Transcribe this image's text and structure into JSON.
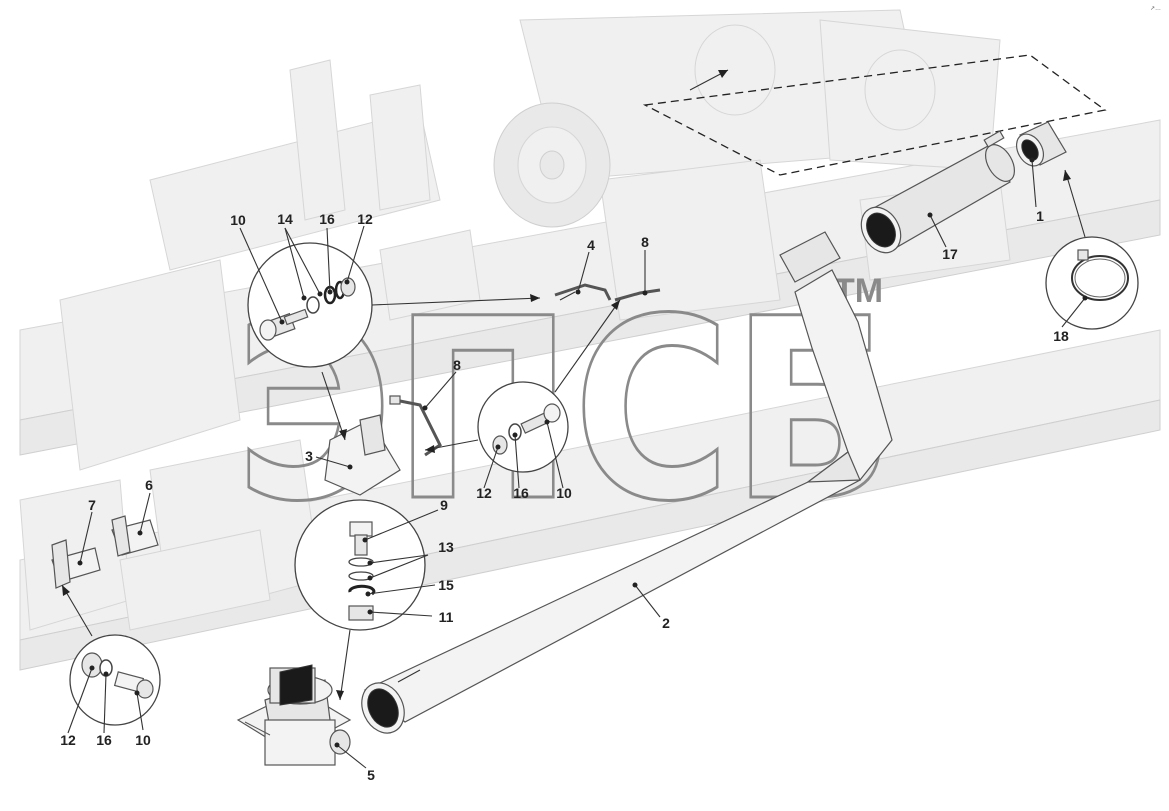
{
  "diagram": {
    "watermark": {
      "logo_text": "ЭПСБ",
      "trademark": "TM"
    },
    "corner_mark": "↗…",
    "callouts": {
      "c1": "1",
      "c2": "2",
      "c3": "3",
      "c4": "4",
      "c5": "5",
      "c6": "6",
      "c7": "7",
      "c8_top": "8",
      "c8_mid": "8",
      "c9": "9",
      "c10_ul": "10",
      "c10_mid": "10",
      "c10_ll": "10",
      "c11": "11",
      "c12_ul": "12",
      "c12_mid": "12",
      "c12_ll": "12",
      "c13": "13",
      "c14": "14",
      "c15": "15",
      "c16_ul": "16",
      "c16_mid": "16",
      "c16_ll": "16",
      "c17": "17",
      "c18": "18"
    }
  }
}
